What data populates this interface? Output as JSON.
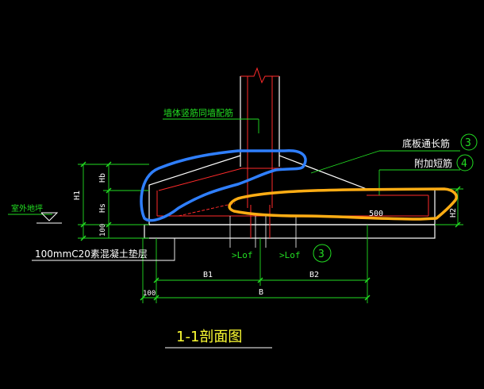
{
  "labels": {
    "wall_rebar": "墙体竖筋同墙配筋",
    "bottom_long_rebar": "底板通长筋",
    "bottom_long_rebar_num": "3",
    "extra_short_rebar": "附加短筋",
    "extra_short_rebar_num": "4",
    "outdoor_floor": "室外地坪",
    "cushion": "100mmC20素混凝土垫层",
    "lof_left": ">Lof",
    "lof_right": ">Lof",
    "lof_num": "3",
    "dim_hb": "Hb",
    "dim_hs": "Hs",
    "dim_h1": "H1",
    "dim_100_left": "100",
    "dim_100_bottom": "100",
    "dim_500": "500",
    "dim_h2": "H2",
    "dim_b1": "B1",
    "dim_b2": "B2",
    "dim_b": "B",
    "title": "1-1剖面图"
  },
  "colors": {
    "background": "#000000",
    "outline": "#ffffff",
    "rebar": "#ff2a2a",
    "dimension": "#22dd22",
    "annotation_text": "#ffffff",
    "title": "#ffff33",
    "highlight_blue": "#2f7fff",
    "highlight_orange": "#ffad14"
  }
}
